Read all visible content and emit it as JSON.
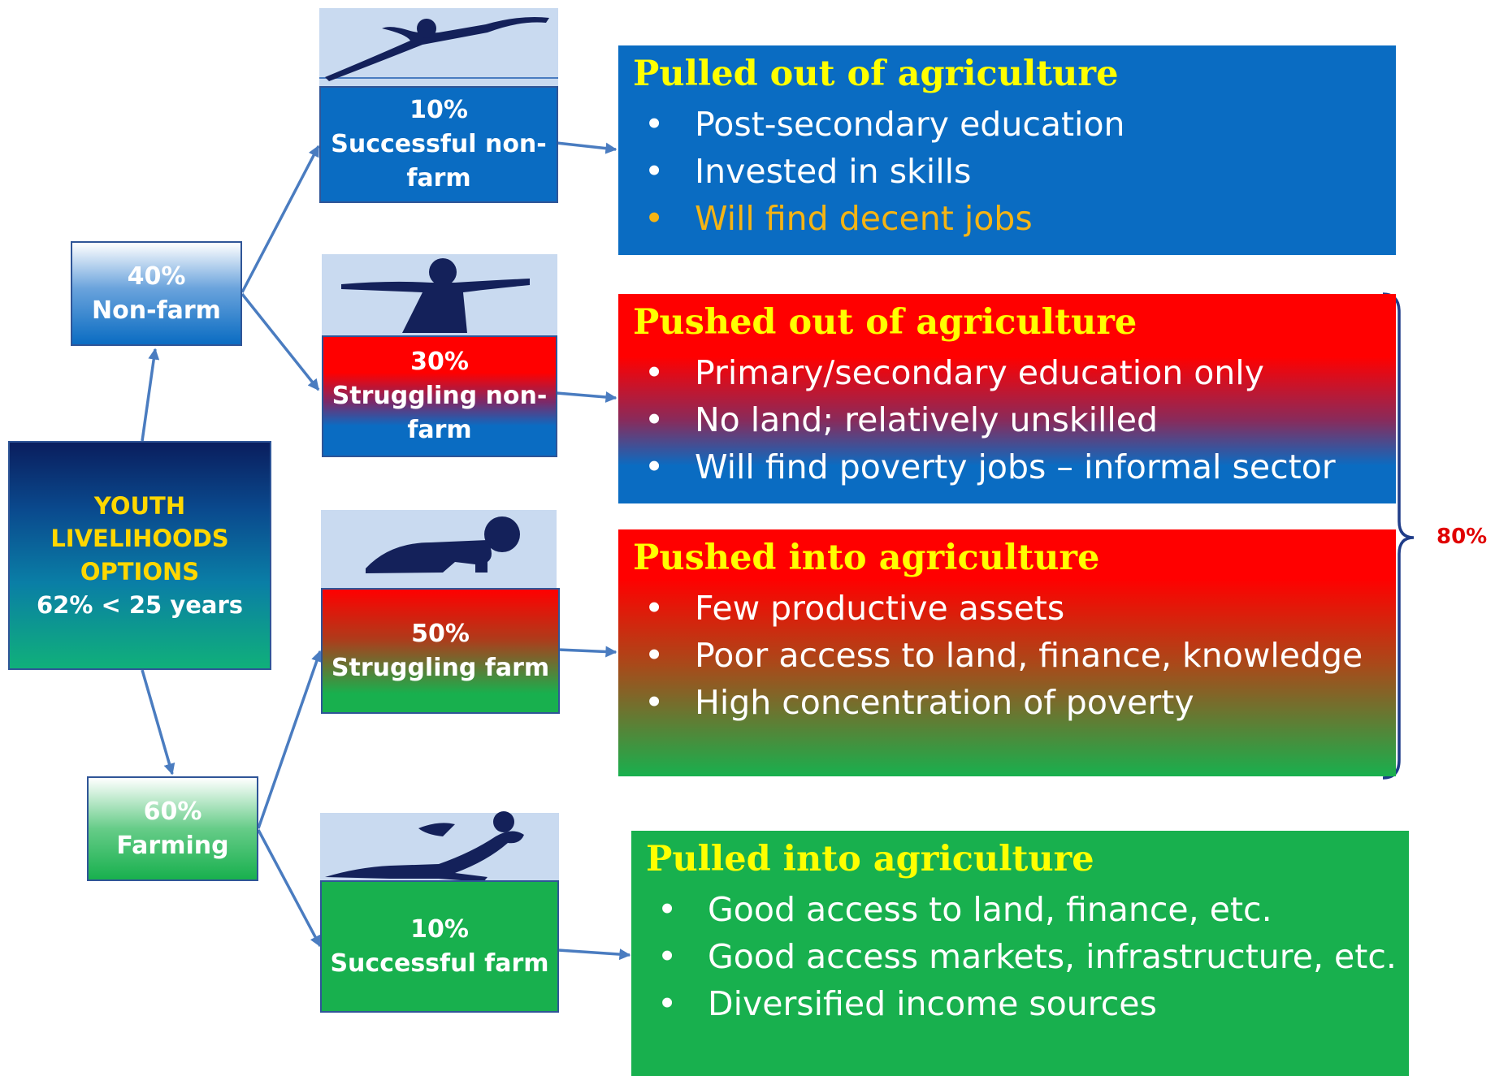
{
  "source_box": {
    "line1": "YOUTH",
    "line2": "LIVELIHOODS",
    "line3": "OPTIONS",
    "line4": "62% < 25 years"
  },
  "branches": {
    "nonfarm": {
      "pct": "40%",
      "label": "Non-farm"
    },
    "farming": {
      "pct": "60%",
      "label": "Farming"
    }
  },
  "outcomes": [
    {
      "pct": "10%",
      "line1": "Successful non-",
      "line2": "farm",
      "icon": "leaping-person-icon"
    },
    {
      "pct": "30%",
      "line1": "Struggling non-",
      "line2": "farm",
      "icon": "standing-person-icon"
    },
    {
      "pct": "50%",
      "line1": "Struggling farm",
      "line2": "",
      "icon": "crawling-baby-icon"
    },
    {
      "pct": "10%",
      "line1": "Successful farm",
      "line2": "",
      "icon": "running-person-icon"
    }
  ],
  "categories": [
    {
      "title": "Pulled out of agriculture",
      "bullets": [
        "Post-secondary education",
        "Invested in skills",
        "Will find decent jobs"
      ]
    },
    {
      "title": "Pushed out of agriculture",
      "bullets": [
        "Primary/secondary education only",
        "No land; relatively unskilled",
        "Will find poverty jobs – informal sector"
      ]
    },
    {
      "title": "Pushed into agriculture",
      "bullets": [
        "Few productive assets",
        "Poor access to land, finance, knowledge",
        "High concentration of poverty"
      ]
    },
    {
      "title": "Pulled into agriculture",
      "bullets": [
        "Good access to land, finance, etc.",
        "Good access markets, infrastructure, etc.",
        "Diversified income sources"
      ]
    }
  ],
  "bracket_label": "80%",
  "colors": {
    "arrow": "#4a7cc0",
    "blue": "#0a6cc2",
    "red": "#ff0000",
    "green": "#18b04e",
    "title_yellow": "#ffff00",
    "highlight_gold": "#f5b414",
    "bracket": "#1f3c88"
  }
}
